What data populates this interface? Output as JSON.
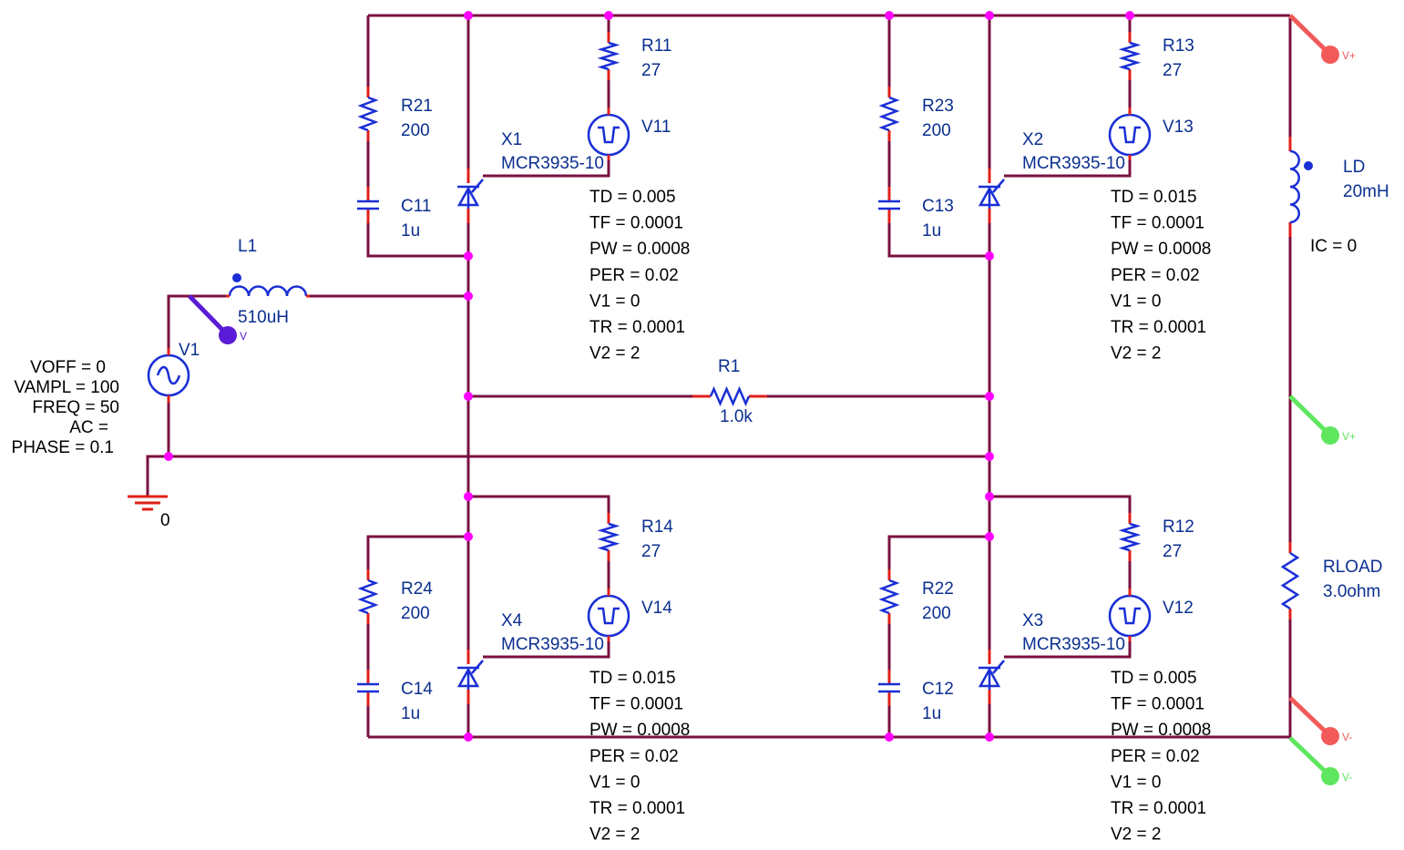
{
  "colors": {
    "wire": "#7a1040",
    "lead": "#e0201a",
    "component": "#1a2fd6",
    "junction": "#ff00ff",
    "label": "#0b2f8f",
    "probe_red": "#f25a5a",
    "probe_green": "#5ee65e",
    "probe_violet": "#5a1cd6"
  },
  "source": {
    "ref": "V1",
    "params": [
      "VOFF = 0",
      "VAMPL = 100",
      "FREQ = 50",
      "AC =",
      "PHASE = 0.1"
    ]
  },
  "ground": {
    "label": "0"
  },
  "inductor_l1": {
    "ref": "L1",
    "value": "510uH"
  },
  "inductor_ld": {
    "ref": "LD",
    "value": "20mH",
    "ic": "IC = 0"
  },
  "resistor_r1": {
    "ref": "R1",
    "value": "1.0k"
  },
  "rload": {
    "ref": "RLOAD",
    "value": "3.0ohm"
  },
  "probes": {
    "v_l1": "V",
    "vplus_red": "V+",
    "vplus_green": "V+",
    "vminus_red": "V-",
    "vminus_green": "V-"
  },
  "legs": [
    {
      "scr_ref": "X1",
      "scr_part": "MCR3935-10",
      "rg_ref": "R11",
      "rg_val": "27",
      "rs_ref": "R21",
      "rs_val": "200",
      "cs_ref": "C11",
      "cs_val": "1u",
      "pulse_ref": "V11",
      "pulse_params": [
        "TD = 0.005",
        "TF = 0.0001",
        "PW = 0.0008",
        "PER = 0.02",
        "V1 = 0",
        "TR = 0.0001",
        "V2 = 2"
      ]
    },
    {
      "scr_ref": "X2",
      "scr_part": "MCR3935-10",
      "rg_ref": "R13",
      "rg_val": "27",
      "rs_ref": "R23",
      "rs_val": "200",
      "cs_ref": "C13",
      "cs_val": "1u",
      "pulse_ref": "V13",
      "pulse_params": [
        "TD = 0.015",
        "TF = 0.0001",
        "PW = 0.0008",
        "PER = 0.02",
        "V1 = 0",
        "TR = 0.0001",
        "V2 = 2"
      ]
    },
    {
      "scr_ref": "X4",
      "scr_part": "MCR3935-10",
      "rg_ref": "R14",
      "rg_val": "27",
      "rs_ref": "R24",
      "rs_val": "200",
      "cs_ref": "C14",
      "cs_val": "1u",
      "pulse_ref": "V14",
      "pulse_params": [
        "TD = 0.015",
        "TF = 0.0001",
        "PW = 0.0008",
        "PER = 0.02",
        "V1 = 0",
        "TR = 0.0001",
        "V2 = 2"
      ]
    },
    {
      "scr_ref": "X3",
      "scr_part": "MCR3935-10",
      "rg_ref": "R12",
      "rg_val": "27",
      "rs_ref": "R22",
      "rs_val": "200",
      "cs_ref": "C12",
      "cs_val": "1u",
      "pulse_ref": "V12",
      "pulse_params": [
        "TD = 0.005",
        "TF = 0.0001",
        "PW = 0.0008",
        "PER = 0.02",
        "V1 = 0",
        "TR = 0.0001",
        "V2 = 2"
      ]
    }
  ]
}
